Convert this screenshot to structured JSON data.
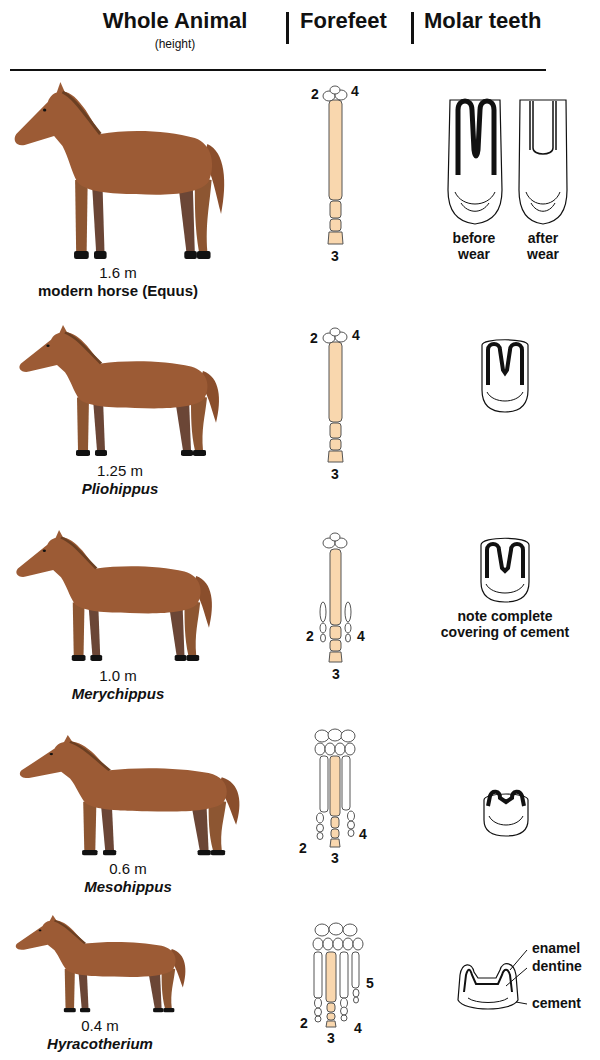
{
  "diagram": {
    "labels": [
      "Whole Animal",
      "(height)",
      "Forefeet",
      "Molar teeth",
      "2",
      "4",
      "1.6 m",
      "modern horse (Equus)",
      "3",
      "before wear",
      "after wear",
      "2",
      "4",
      "1.25 m",
      "Pliohippus",
      "3",
      "1.0 m",
      "Merychippus",
      "2",
      "4",
      "note complete covering of cement",
      "3",
      "0.6 m",
      "Mesohippus",
      "4",
      "2",
      "3",
      "0.4 m",
      "Hyracotherium",
      "5",
      "enamel",
      "dentine",
      "2",
      "4",
      "3",
      "cement"
    ]
  }
}
